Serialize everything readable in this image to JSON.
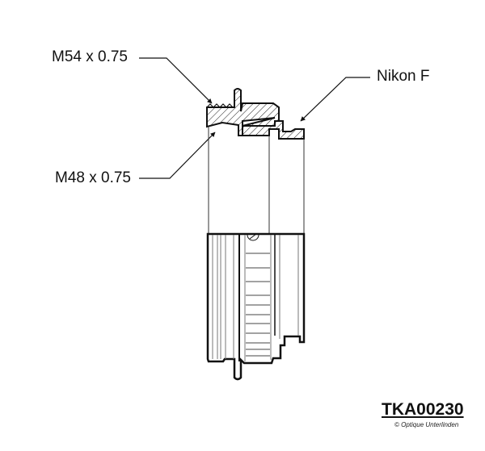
{
  "labels": {
    "thread_outer": "M54 x 0.75",
    "thread_inner": "M48 x 0.75",
    "mount": "Nikon F"
  },
  "part_number": "TKA00230",
  "copyright": "© Optique Unterlinden"
}
